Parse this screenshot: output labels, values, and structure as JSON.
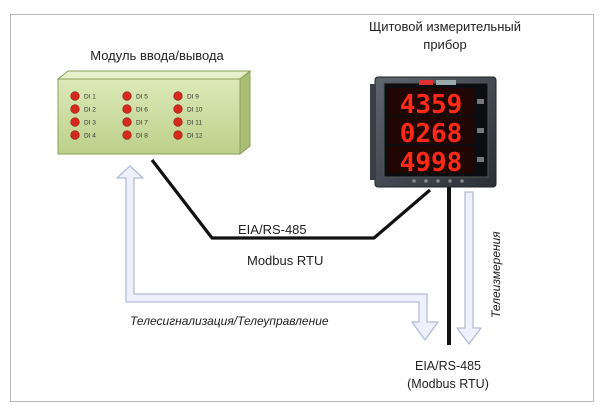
{
  "module": {
    "title": "Модуль ввода/вывода",
    "channels": [
      "DI 1",
      "DI 2",
      "DI 3",
      "DI 4",
      "DI 5",
      "DI 6",
      "DI 7",
      "DI 8",
      "DI 9",
      "DI 10",
      "DI 11",
      "DI 12"
    ]
  },
  "meter": {
    "title_line1": "Щитовой измерительный",
    "title_line2": "прибор",
    "display_values": [
      "4359",
      "0268",
      "4998"
    ]
  },
  "bus": {
    "standard": "EIA/RS-485",
    "protocol": "Modbus RTU"
  },
  "telesignal_label": "Телесигнализация/Телеуправление",
  "telemeasure_label": "Телеизмерения",
  "bottom_label": {
    "line1": "EIA/RS-485",
    "line2": "(Modbus RTU)"
  },
  "colors": {
    "arrow_fill": "#eef1fb",
    "arrow_stroke": "#b3bcd6",
    "module_body": "#cfe0a6",
    "led_red": "#d62a1e",
    "display_red": "#ff2a18"
  }
}
